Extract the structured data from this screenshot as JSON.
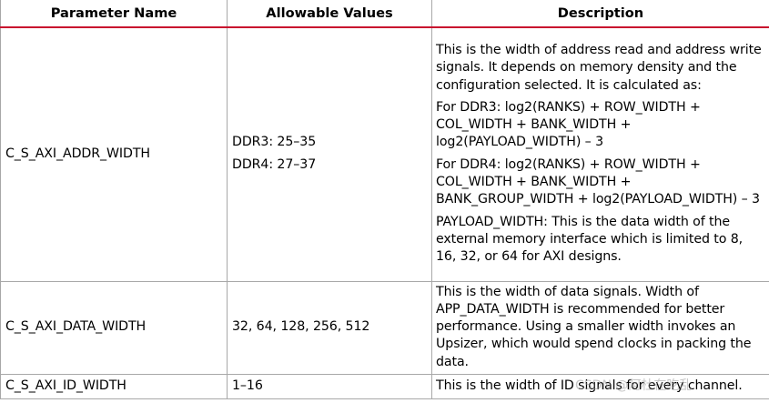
{
  "headers": {
    "parameter": "Parameter Name",
    "values": "Allowable Values",
    "description": "Description"
  },
  "rows": [
    {
      "parameter": "C_S_AXI_ADDR_WIDTH",
      "values": [
        "DDR3: 25–35",
        "DDR4: 27–37"
      ],
      "description": [
        "This is the width of address read and address write signals. It depends on memory density and the configuration selected. It is calculated as:",
        "For DDR3: log2(RANKS) + ROW_WIDTH + COL_WIDTH + BANK_WIDTH + log2(PAYLOAD_WIDTH) – 3",
        "For DDR4: log2(RANKS) + ROW_WIDTH + COL_WIDTH + BANK_WIDTH + BANK_GROUP_WIDTH + log2(PAYLOAD_WIDTH) – 3",
        "PAYLOAD_WIDTH: This is the data width of the external memory interface which is limited to 8, 16, 32, or 64 for AXI designs."
      ]
    },
    {
      "parameter": "C_S_AXI_DATA_WIDTH",
      "values": [
        "32, 64, 128, 256, 512"
      ],
      "description": [
        "This is the width of data signals. Width of APP_DATA_WIDTH is recommended for better performance. Using a smaller width invokes an Upsizer, which would spend clocks in packing the data."
      ]
    },
    {
      "parameter": "C_S_AXI_ID_WIDTH",
      "values": [
        "1–16"
      ],
      "description": [
        "This is the width of ID signals for every channel."
      ]
    }
  ],
  "watermark": "CSDN @阿杜在吃乱"
}
